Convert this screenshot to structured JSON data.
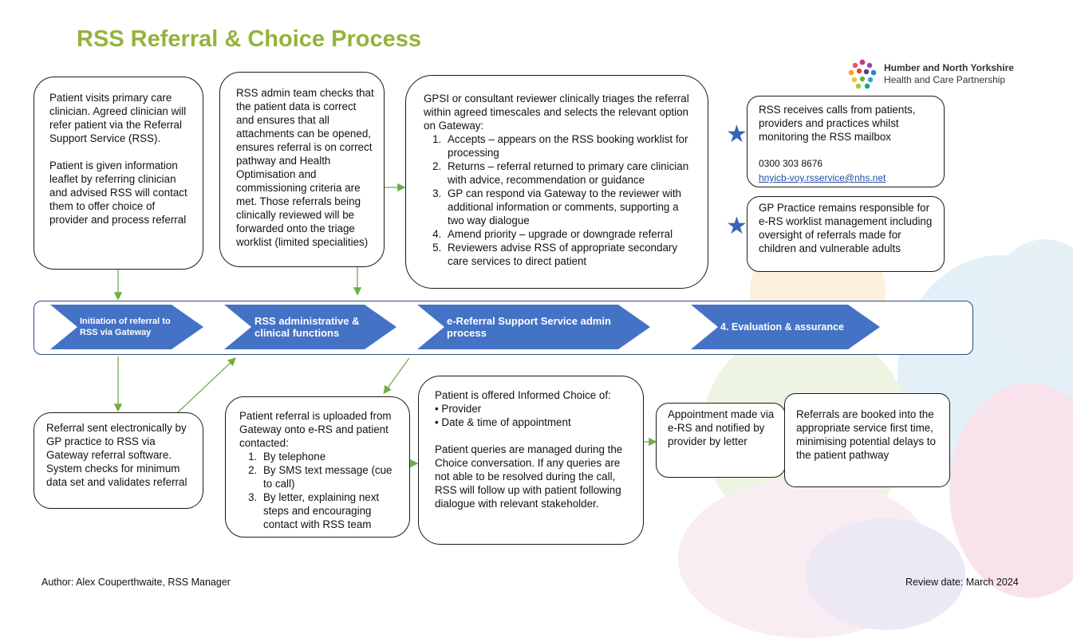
{
  "title": "RSS Referral & Choice Process",
  "logo": {
    "line1": "Humber and North Yorkshire",
    "line2": "Health and Care Partnership"
  },
  "colors": {
    "title": "#92b43c",
    "chevron": "#4472c4",
    "arrow": "#70ad47",
    "star": "#3b63b5"
  },
  "boxes": {
    "patient_visit": {
      "para1": "Patient visits primary care clinician. Agreed clinician will refer patient via the Referral Support Service (RSS).",
      "para2": "Patient is given information leaflet by referring clinician and advised RSS will contact them to offer choice of provider and process referral"
    },
    "admin_checks": {
      "text": "RSS admin team checks that the patient data is correct and ensures that all attachments can be opened, ensures referral is on correct pathway and Health Optimisation and commissioning criteria are met. Those referrals being clinically reviewed will be forwarded onto the triage worklist (limited specialities)"
    },
    "triage": {
      "intro": "GPSI or consultant reviewer clinically triages the referral within agreed timescales and selects the relevant option on Gateway:",
      "items": [
        "Accepts – appears on the RSS booking worklist for processing",
        "Returns – referral returned to primary care clinician with advice, recommendation or guidance",
        "GP can respond via Gateway to the reviewer with additional information or comments, supporting a two way dialogue",
        "Amend priority – upgrade or downgrade referral",
        "Reviewers advise RSS of appropriate secondary care services to direct patient"
      ]
    },
    "calls": {
      "text": "RSS receives calls from patients, providers and practices whilst monitoring the RSS mailbox",
      "phone": "0300 303 8676",
      "email": "hnyicb-voy.rsservice@nhs.net"
    },
    "gp_practice": {
      "text": "GP Practice remains responsible for e-RS worklist management including oversight of referrals made for children and vulnerable adults"
    },
    "sent": {
      "text": "Referral sent electronically by GP practice to RSS via Gateway referral software. System checks for minimum data set and validates referral"
    },
    "uploaded": {
      "intro": "Patient referral is uploaded from Gateway onto e-RS and patient contacted:",
      "items": [
        "By telephone",
        "By SMS text message (cue to call)",
        "By letter, explaining next steps and encouraging contact with RSS team"
      ]
    },
    "choice": {
      "intro": "Patient is offered Informed Choice of:",
      "bullets": [
        "• Provider",
        "• Date & time of appointment"
      ],
      "para": "Patient queries are managed during the Choice conversation. If any queries are not able to be resolved during the call, RSS will follow up with patient following dialogue with relevant stakeholder."
    },
    "appointment": {
      "text": "Appointment made via e-RS and notified by provider by letter"
    },
    "booked": {
      "text": "Referrals are booked into the appropriate service first time, minimising potential delays to the patient pathway"
    }
  },
  "stages": [
    {
      "label": "Initiation of referral to RSS via Gateway"
    },
    {
      "label": "RSS administrative & clinical functions"
    },
    {
      "label": "e-Referral Support Service admin process"
    },
    {
      "label": "4. Evaluation & assurance"
    }
  ],
  "footer": {
    "author": "Author: Alex Couperthwaite, RSS Manager",
    "review": "Review date: March 2024"
  }
}
